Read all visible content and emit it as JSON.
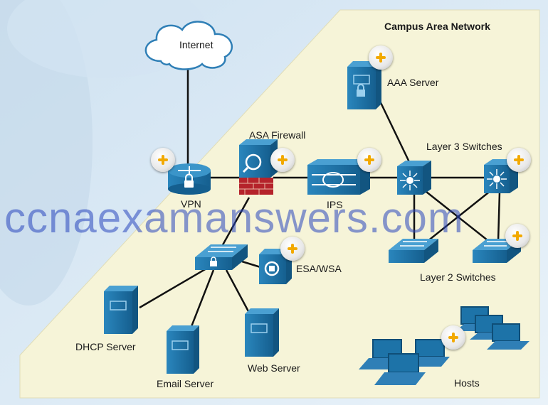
{
  "diagram": {
    "title": "Campus Area Network",
    "watermark": "ccnaexamanswers.com",
    "nodes": {
      "internet": "Internet",
      "vpn": "VPN",
      "asa": "ASA Firewall",
      "ips": "IPS",
      "aaa": "AAA Server",
      "l3": "Layer 3 Switches",
      "l2": "Layer 2 Switches",
      "esa": "ESA/WSA",
      "dhcp": "DHCP Server",
      "email": "Email Server",
      "web": "Web Server",
      "hosts": "Hosts"
    },
    "colors": {
      "device": "#1a6fa3",
      "device_light": "#3b95c9",
      "campus_bg": "#f6f4d8",
      "accent": "#f2a900",
      "firewall": "#b5232b"
    }
  }
}
